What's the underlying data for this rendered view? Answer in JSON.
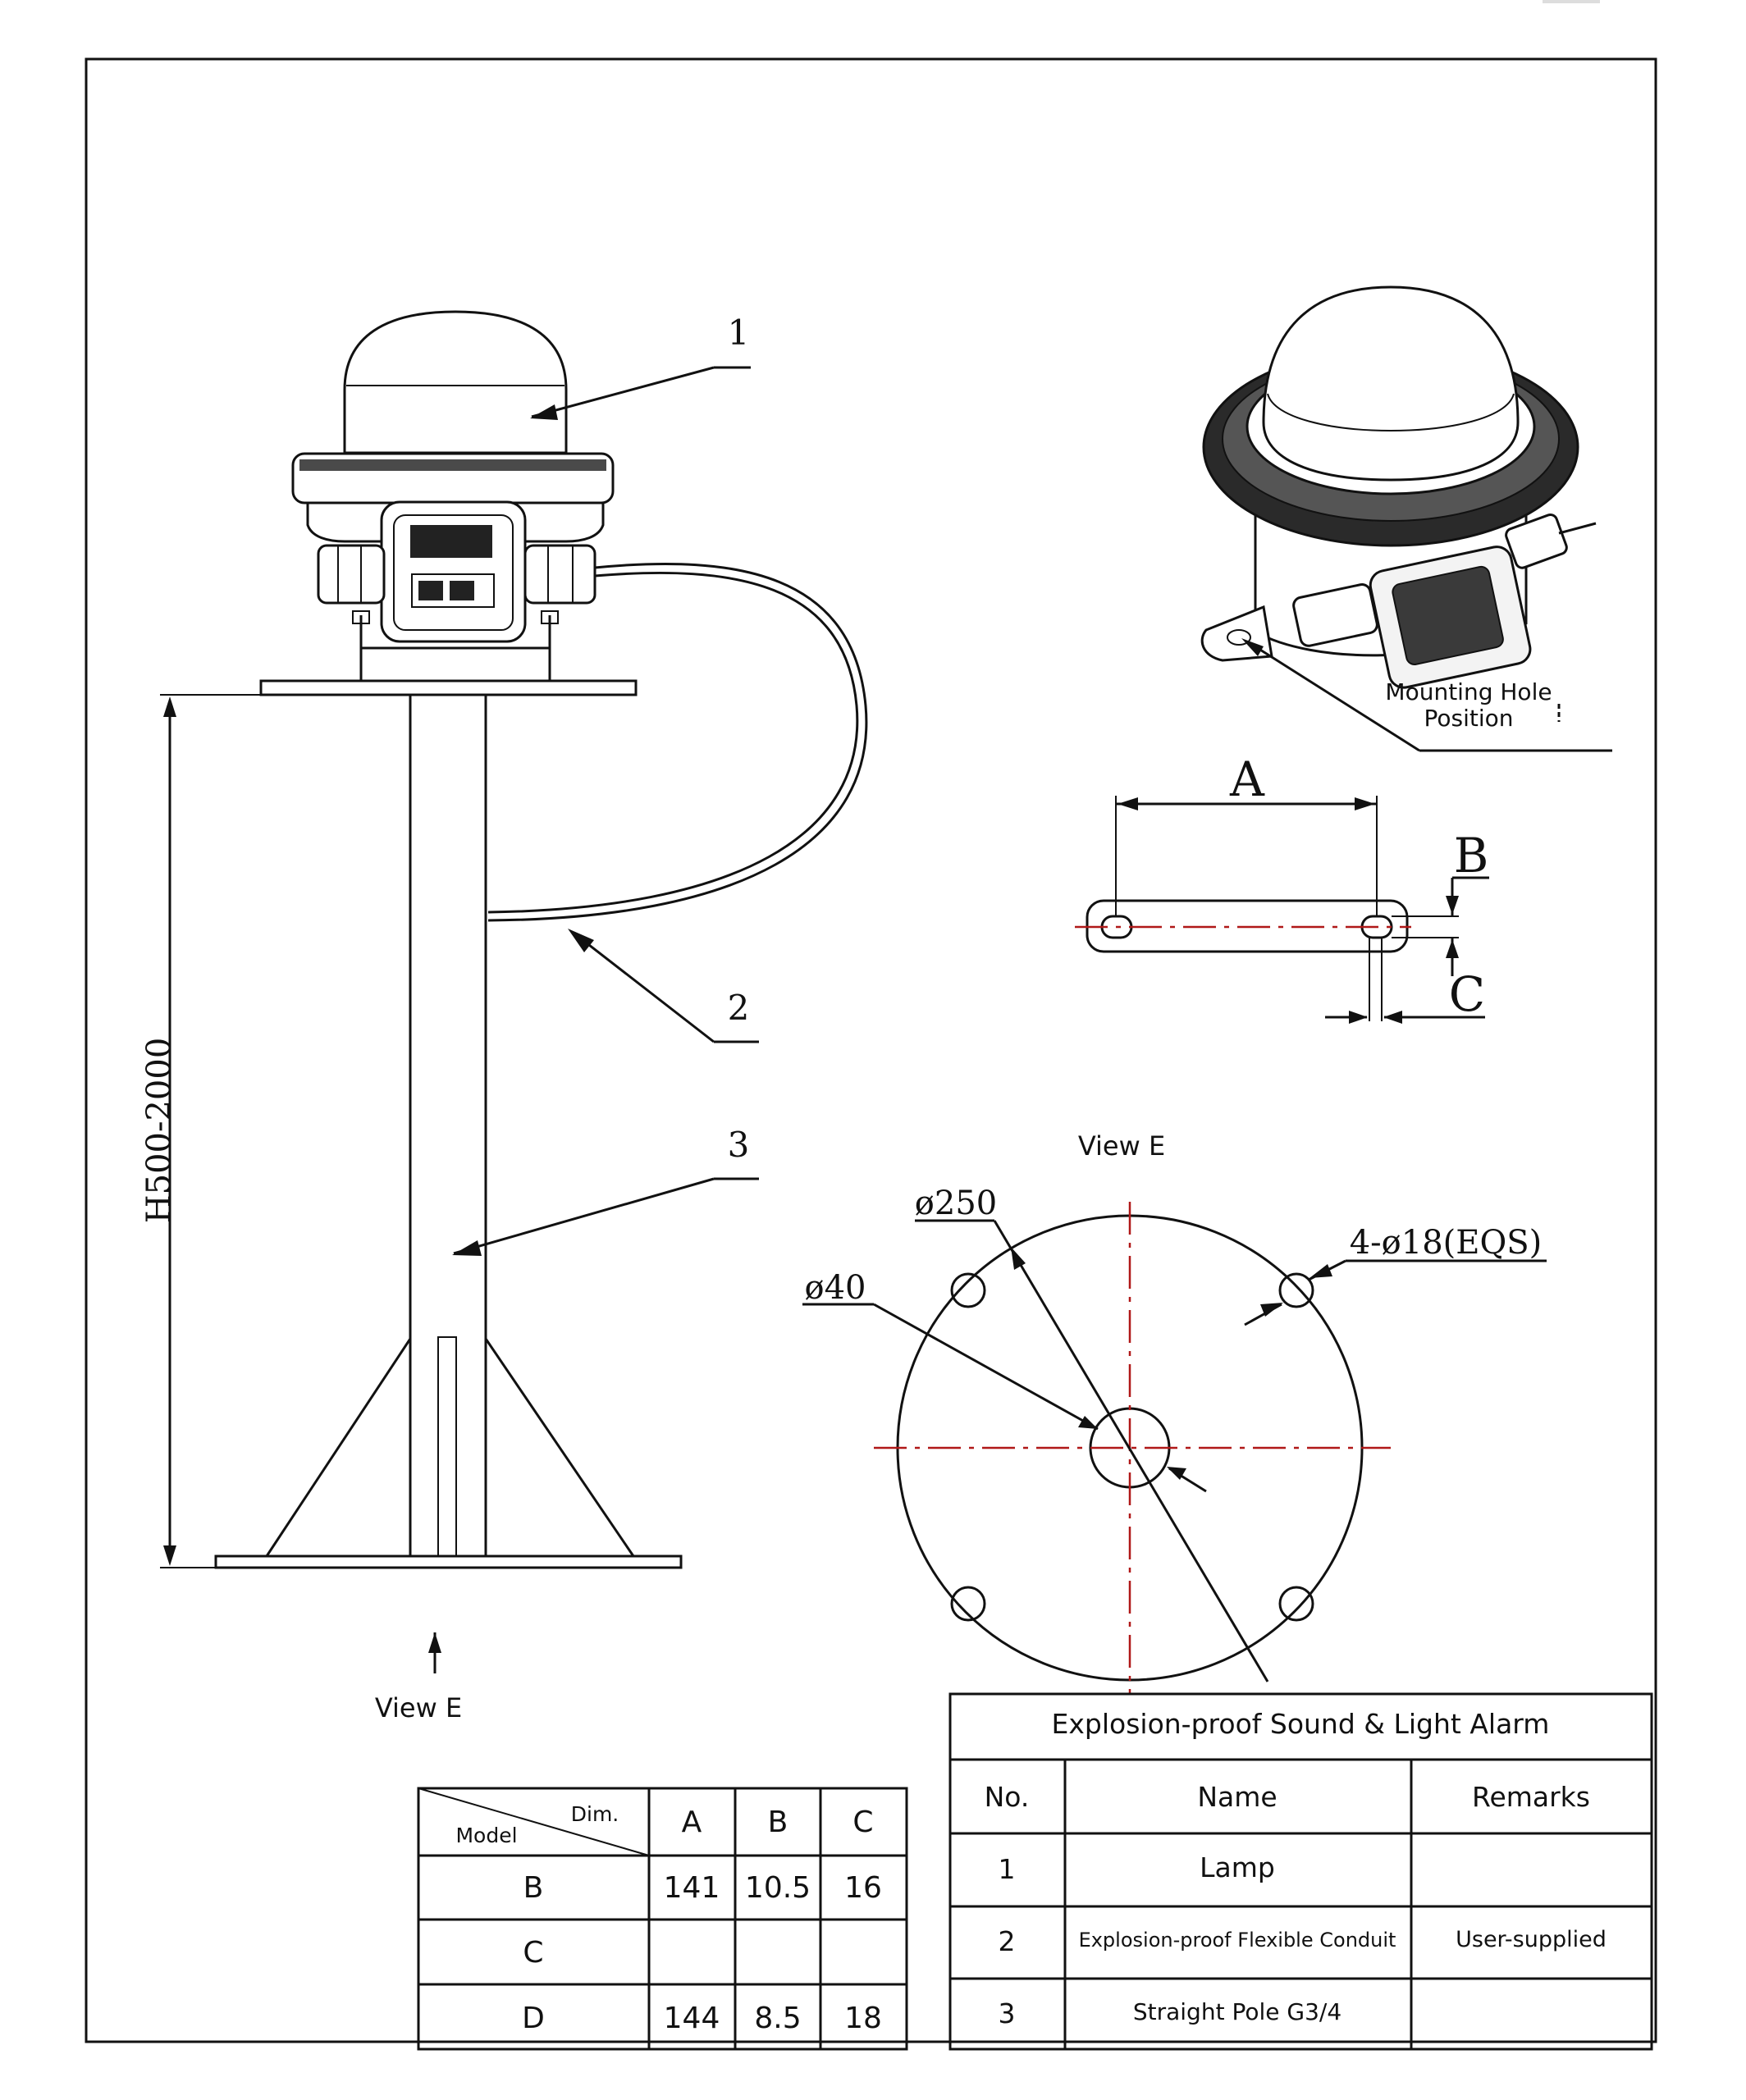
{
  "callouts": {
    "c1": "1",
    "c2": "2",
    "c3": "3"
  },
  "height_dim": "H500-2000",
  "view_arrow_label": "View E",
  "mounting_label": {
    "line1": "Mounting Hole",
    "line2": "Position"
  },
  "slot_dims": {
    "a": "A",
    "b": "B",
    "c": "C"
  },
  "view_e": {
    "title": "View E",
    "d250": "ø250",
    "d40": "ø40",
    "holes": "4-ø18(EQS)"
  },
  "dim_table": {
    "header_dim": "Dim.",
    "header_model": "Model",
    "columns": [
      "A",
      "B",
      "C"
    ],
    "rows": [
      {
        "model": "B",
        "values": [
          "141",
          "10.5",
          "16"
        ]
      },
      {
        "model": "C",
        "values": [
          "",
          "",
          ""
        ]
      },
      {
        "model": "D",
        "values": [
          "144",
          "8.5",
          "18"
        ]
      }
    ]
  },
  "parts_table": {
    "title": "Explosion-proof Sound & Light Alarm",
    "headers": {
      "no": "No.",
      "name": "Name",
      "remarks": "Remarks"
    },
    "rows": [
      {
        "no": "1",
        "name": "Lamp",
        "remarks": ""
      },
      {
        "no": "2",
        "name": "Explosion-proof Flexible Conduit",
        "remarks": "User-supplied"
      },
      {
        "no": "3",
        "name": "Straight Pole G3/4",
        "remarks": ""
      }
    ]
  }
}
